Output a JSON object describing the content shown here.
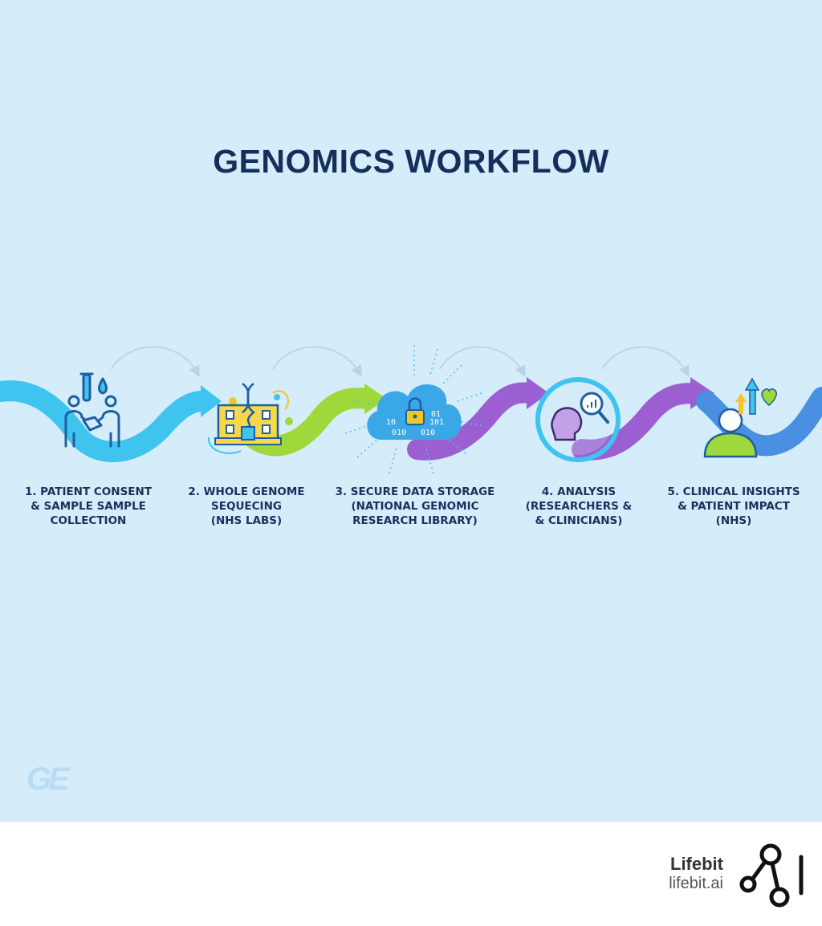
{
  "title": "GENOMICS WORKFLOW",
  "steps": [
    {
      "label": "1. PATIENT CONSENT\n& SAMPLE SAMPLE\nCOLLECTION",
      "icon": "handshake-test-tube-icon",
      "color": "#3fc3ef"
    },
    {
      "label": "2. WHOLE GENOME\nSEQUECING\n(NHS LABS)",
      "icon": "lab-building-dna-icon",
      "color": "#9fd83a"
    },
    {
      "label": "3. SECURE DATA STORAGE\n(NATIONAL GENOMIC\nRESEARCH LIBRARY)",
      "icon": "cloud-lock-icon",
      "color": "#3aa7e6"
    },
    {
      "label": "4. ANALYSIS\n(RESEARCHERS &\n& CLINICIANS)",
      "icon": "head-magnifier-icon",
      "color": "#9b5fd2"
    },
    {
      "label": "5. CLINICAL INSIGHTS\n& PATIENT IMPACT\n(NHS)",
      "icon": "patient-arrows-heart-icon",
      "color": "#4a90e2"
    }
  ],
  "cloud_binary": [
    "01",
    "10",
    "101",
    "010",
    "010"
  ],
  "watermark": "GE",
  "footer": {
    "brand": "Lifebit",
    "url": "lifebit.ai"
  }
}
